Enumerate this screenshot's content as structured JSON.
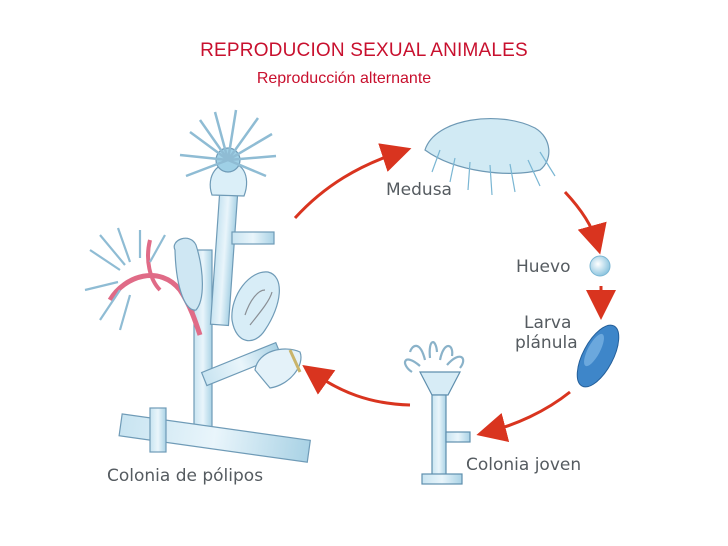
{
  "header": {
    "title": "REPRODUCION SEXUAL ANIMALES",
    "subtitle": "Reproducción alternante"
  },
  "labels": {
    "medusa": "Medusa",
    "huevo": "Huevo",
    "larva_line1": "Larva",
    "larva_line2": "plánula",
    "colonia_joven": "Colonia joven",
    "colonia_polipos": "Colonia de pólipos"
  },
  "colors": {
    "title": "#c8102e",
    "arrow": "#d9341f",
    "body": "#9fd0e6",
    "outline": "#5f8fae",
    "pink": "#e06b87",
    "larva": "#3e86c9"
  }
}
